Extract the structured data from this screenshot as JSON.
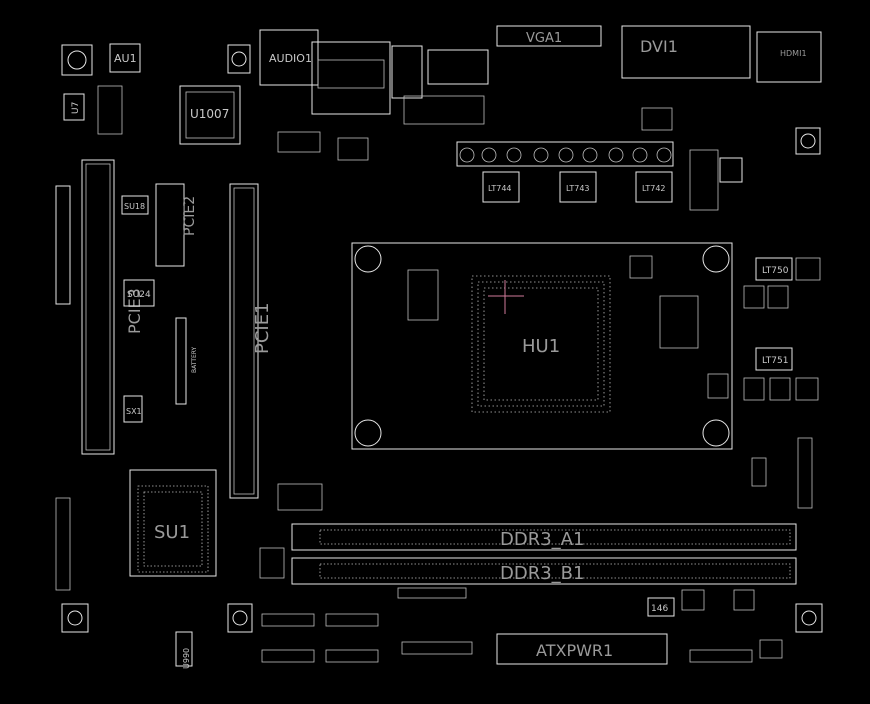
{
  "theme": {
    "background": "#000000",
    "outline": "#e6e6e6",
    "label": "#c8c8c8",
    "accent_mark": "#d07a9a",
    "via": "#3aa0c0"
  },
  "labels": {
    "au1": "AU1",
    "u1007": "U1007",
    "u7": "U7",
    "audio1": "AUDIO1",
    "vga1": "VGA1",
    "dvi1": "DVI1",
    "hdmi1": "HDMI1",
    "lt744": "LT744",
    "lt743": "LT743",
    "lt742": "LT742",
    "lt750": "LT750",
    "lt751": "LT751",
    "hu1": "HU1",
    "pcie2": "PCIE2",
    "pcie1": "PCIE1",
    "pcie3": "PCIE3",
    "su24": "SU24",
    "sx1": "SX1",
    "battery": "BATTERY",
    "su1": "SU1",
    "ddr3_a1": "DDR3_A1",
    "ddr3_b1": "DDR3_B1",
    "atxpwr1": "ATXPWR1",
    "u990": "U990",
    "c146": "146",
    "su18": "SU18"
  }
}
